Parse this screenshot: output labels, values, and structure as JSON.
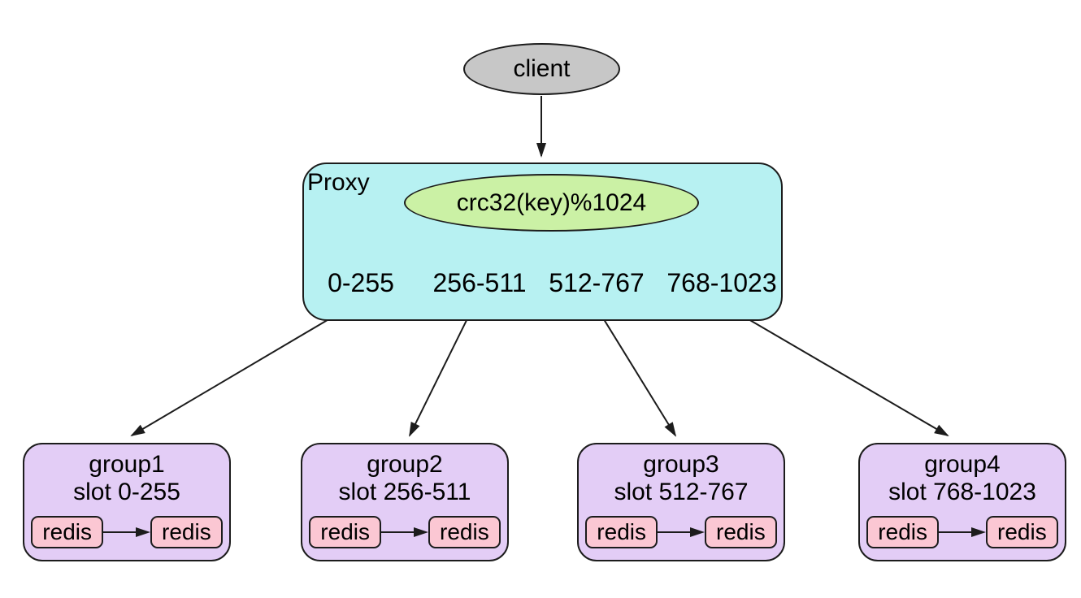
{
  "colors": {
    "proxy-fill": "#b7f1f2",
    "group-fill": "#e3cdf6",
    "redis-fill": "#fbc7d3",
    "hash-fill": "#cbf1a5",
    "client-fill": "#c7c7c7",
    "stroke": "#1c1c1c"
  },
  "client": {
    "label": "client"
  },
  "proxy": {
    "label": "Proxy",
    "hash_function": "crc32(key)%1024",
    "slot_ranges": [
      "0-255",
      "256-511",
      "512-767",
      "768-1023"
    ]
  },
  "groups": [
    {
      "name": "group1",
      "slot": "slot 0-255",
      "nodes": [
        "redis",
        "redis"
      ]
    },
    {
      "name": "group2",
      "slot": "slot 256-511",
      "nodes": [
        "redis",
        "redis"
      ]
    },
    {
      "name": "group3",
      "slot": "slot 512-767",
      "nodes": [
        "redis",
        "redis"
      ]
    },
    {
      "name": "group4",
      "slot": "slot 768-1023",
      "nodes": [
        "redis",
        "redis"
      ]
    }
  ]
}
